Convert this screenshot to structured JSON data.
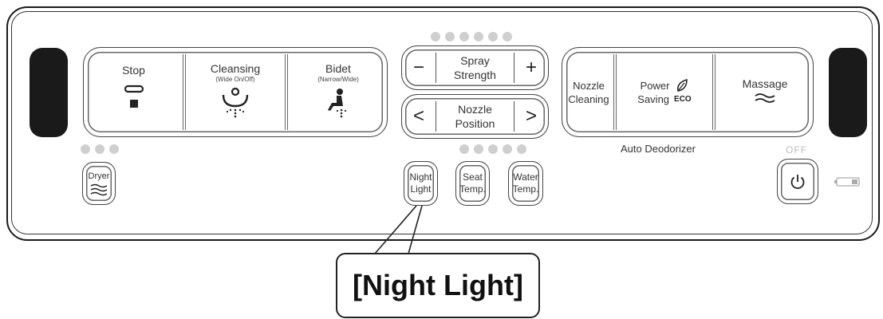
{
  "main_buttons": {
    "stop": "Stop",
    "cleansing": "Cleansing",
    "cleansing_sub": "(Wide On/Off)",
    "bidet": "Bidet",
    "bidet_sub": "(Narrow/Wide)"
  },
  "spray": {
    "minus": "−",
    "label_line1": "Spray",
    "label_line2": "Strength",
    "plus": "+"
  },
  "nozzle": {
    "left": "<",
    "label_line1": "Nozzle",
    "label_line2": "Position",
    "right": ">"
  },
  "right_buttons": {
    "nozzle_cleaning_1": "Nozzle",
    "nozzle_cleaning_2": "Cleaning",
    "power_saving_1": "Power",
    "power_saving_2": "Saving",
    "eco": "ECO",
    "massage": "Massage"
  },
  "auto_deodorizer": "Auto Deodorizer",
  "dryer": "Dryer",
  "night_light_1": "Night",
  "night_light_2": "Light",
  "seat_temp_1": "Seat",
  "seat_temp_2": "Temp.",
  "water_temp_1": "Water",
  "water_temp_2": "Temp.",
  "off_label": "OFF",
  "callout": "[Night Light]",
  "indicators": {
    "spray_strength_level_count": 6,
    "dryer_level_count": 3,
    "temp_level_count": 5
  },
  "icons": [
    "stop-icon",
    "cleansing-icon",
    "bidet-icon",
    "eco-leaf-icon",
    "massage-wave-icon",
    "dryer-wave-icon",
    "power-icon",
    "battery-icon"
  ]
}
